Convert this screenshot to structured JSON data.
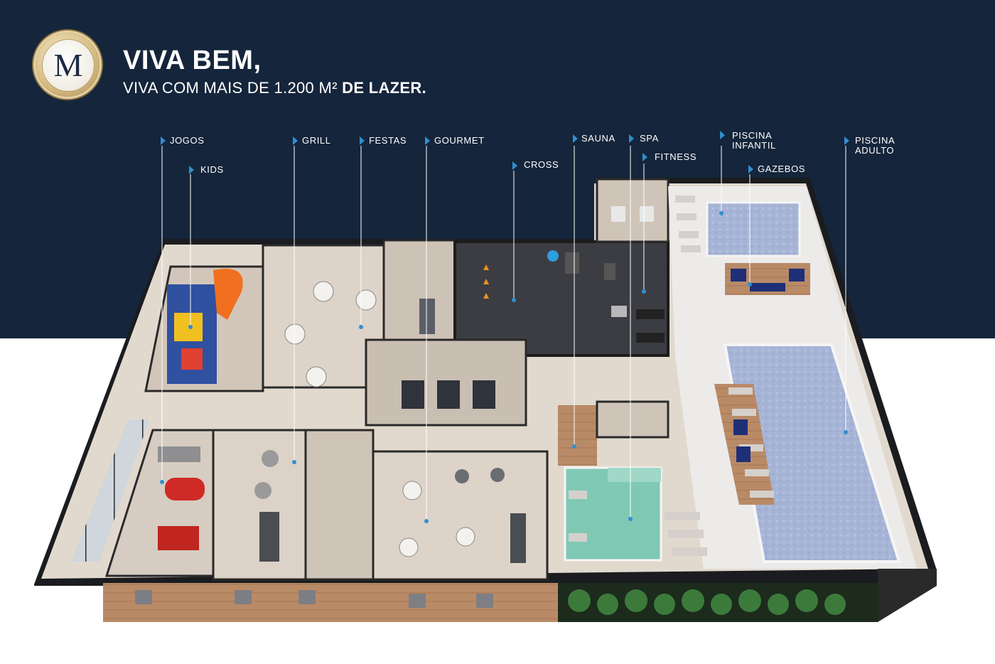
{
  "header": {
    "logo_letter": "M",
    "headline": "VIVA BEM,",
    "subline_prefix": "VIVA COM MAIS DE 1.200 M² ",
    "subline_suffix": "DE LAZER."
  },
  "areas": [
    {
      "id": "jogos",
      "label": "JOGOS"
    },
    {
      "id": "kids",
      "label": "KIDS"
    },
    {
      "id": "grill",
      "label": "GRILL"
    },
    {
      "id": "festas",
      "label": "FESTAS"
    },
    {
      "id": "gourmet",
      "label": "GOURMET"
    },
    {
      "id": "cross",
      "label": "CROSS"
    },
    {
      "id": "sauna",
      "label": "SAUNA"
    },
    {
      "id": "spa",
      "label": "SPA"
    },
    {
      "id": "fitness",
      "label": "FITNESS"
    },
    {
      "id": "piscina-infantil",
      "label": "PISCINA",
      "label2": "INFANTIL"
    },
    {
      "id": "gazebos",
      "label": "GAZEBOS"
    },
    {
      "id": "piscina-adulto",
      "label": "PISCINA",
      "label2": "ADULTO"
    }
  ],
  "colors": {
    "header_band": "#15253b",
    "leader_line": "#2f8fd0",
    "pool_water": "#a9b8d8",
    "spa_water": "#7fc9b4",
    "floor": "#d9cfc3",
    "dark_floor": "#3b3d42"
  }
}
